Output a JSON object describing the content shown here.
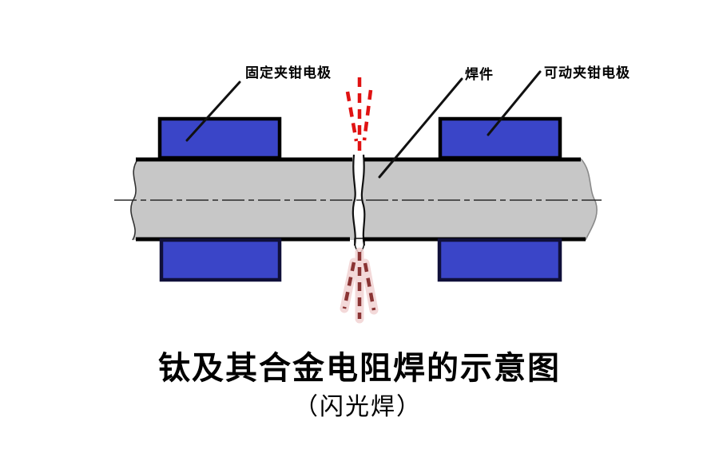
{
  "diagram": {
    "title": "钛及其合金电阻焊的示意图",
    "subtitle": "（闪光焊）",
    "labels": {
      "fixed_electrode": "固定夹钳电极",
      "workpiece": "焊件",
      "movable_electrode": "可动夹钳电极"
    },
    "colors": {
      "background": "#ffffff",
      "electrode_fill": "#3a45c8",
      "electrode_border": "#000000",
      "electrode_border_bottom": "#10103a",
      "bar_fill": "#c7c7c7",
      "bar_edge": "#000000",
      "break_edge_left": "#333333",
      "break_edge_right": "#8a8a8a",
      "slit_fill": "#ffffff",
      "slit_edge": "#111111",
      "centerline": "#2a2a2a",
      "leader_line": "#111111",
      "spark_top": "#e01212",
      "spark_bottom": "#8a3434",
      "spark_glow": "#f2d3d3",
      "text": "#000000"
    }
  }
}
